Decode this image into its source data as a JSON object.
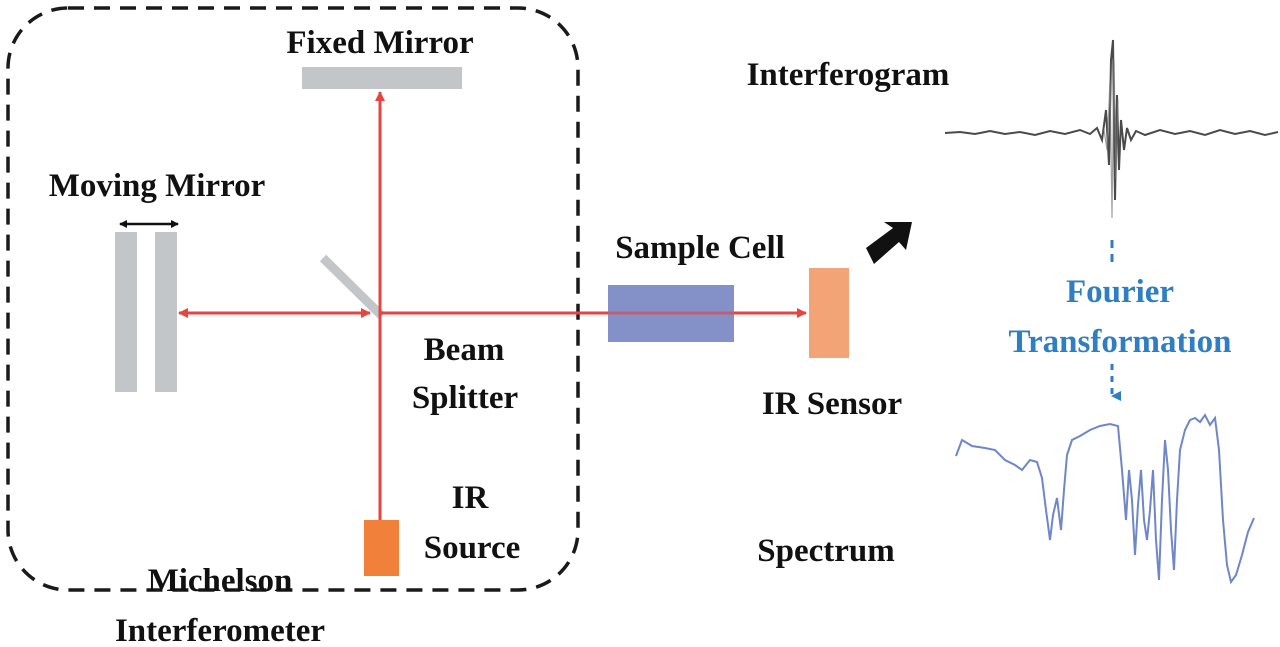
{
  "labels": {
    "fixed_mirror": "Fixed Mirror",
    "moving_mirror": "Moving Mirror",
    "sample_cell": "Sample Cell",
    "beam": "Beam",
    "splitter": "Splitter",
    "ir_sensor": "IR Sensor",
    "ir": "IR",
    "source": "Source",
    "michelson": "Michelson",
    "interferometer": "Interferometer",
    "interferogram": "Interferogram",
    "fourier": "Fourier",
    "transformation": "Transformation",
    "spectrum": "Spectrum"
  },
  "colors": {
    "beam": "#e8443f",
    "mirror": "#c3c6c9",
    "sample_cell": "#7d8bc6",
    "ir_sensor": "#f2a477",
    "ir_source": "#f0803a",
    "fourier_text": "#2f7ec2",
    "spectrum_line": "#6f86c8",
    "interferogram_line": "#4a4a4a",
    "dashed_box": "#1a1a1a"
  }
}
